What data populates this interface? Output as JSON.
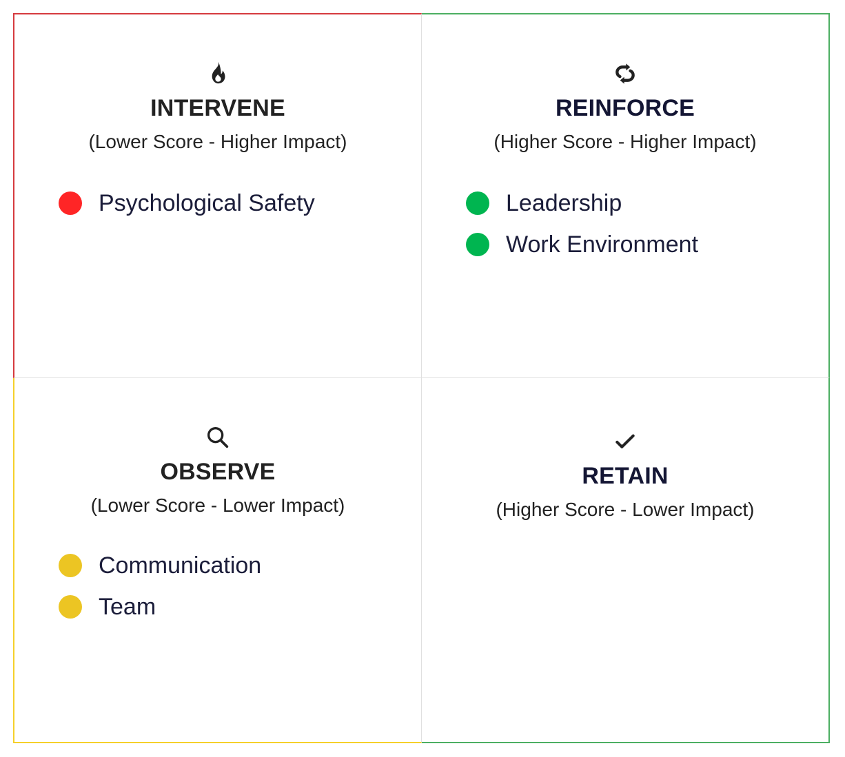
{
  "colors": {
    "intervene": "#ff2526",
    "reinforce": "#00b550",
    "observe": "#ecc523"
  },
  "quadrants": {
    "intervene": {
      "icon": "fire-icon",
      "title": "INTERVENE",
      "subtitle": "(Lower Score - Higher Impact)",
      "items": [
        "Psychological Safety"
      ]
    },
    "reinforce": {
      "icon": "sync-arrows-icon",
      "title": "REINFORCE",
      "subtitle": "(Higher Score - Higher Impact)",
      "items": [
        "Leadership",
        "Work Environment"
      ]
    },
    "observe": {
      "icon": "search-icon",
      "title": "OBSERVE",
      "subtitle": "(Lower Score - Lower Impact)",
      "items": [
        "Communication",
        "Team"
      ]
    },
    "retain": {
      "icon": "check-icon",
      "title": "RETAIN",
      "subtitle": "(Higher Score - Lower Impact)",
      "items": []
    }
  }
}
